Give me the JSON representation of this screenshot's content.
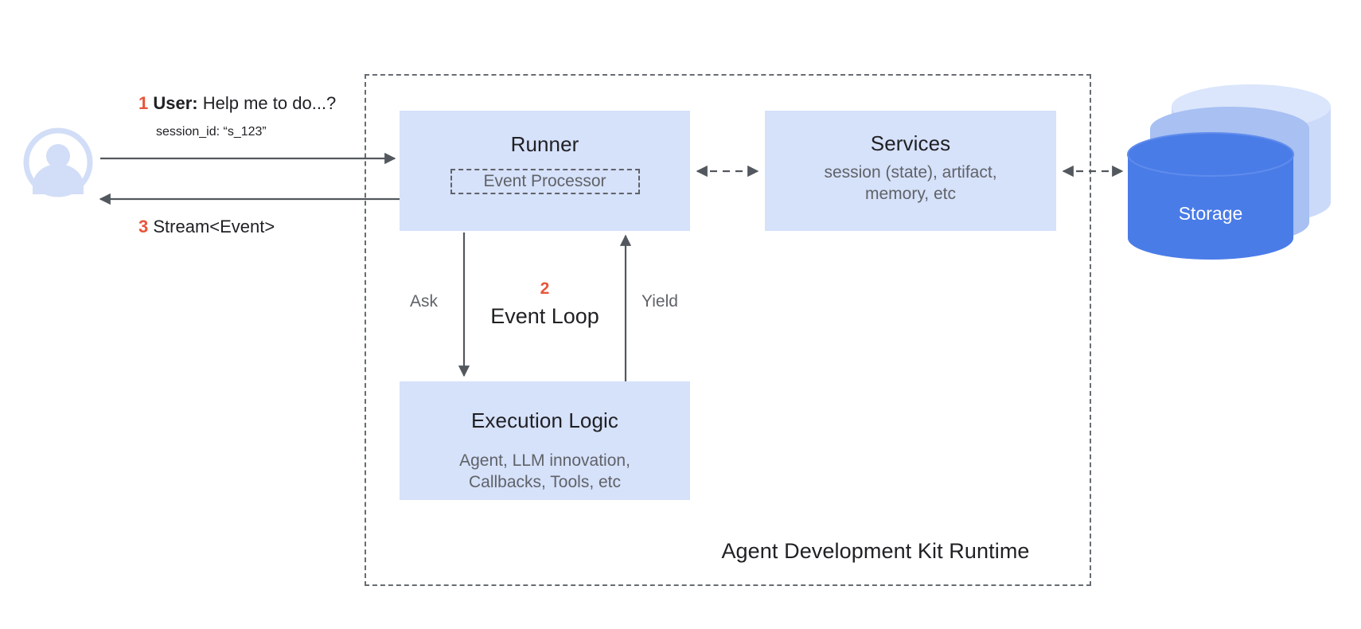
{
  "diagram": {
    "title": "Agent Development Kit Runtime",
    "colors": {
      "box_fill": "#d6e1fa",
      "storage_front": "#4a7ce8",
      "storage_mid": "#a8c0f2",
      "storage_back": "#ccdafa",
      "avatar": "#d2def7",
      "accent_number": "#e8553b",
      "line": "#5f6368",
      "text_primary": "#202124",
      "text_secondary": "#5f6368"
    }
  },
  "actors": {
    "user": {
      "icon": "user-avatar-icon"
    }
  },
  "messages": {
    "step1": {
      "number": "1",
      "label": "User:",
      "text": "Help me to do...?",
      "meta": "session_id: “s_123”"
    },
    "step3": {
      "number": "3",
      "text": "Stream<Event>"
    }
  },
  "boxes": {
    "runner": {
      "title": "Runner",
      "sub_box": "Event Processor"
    },
    "services": {
      "title": "Services",
      "sub_line1": "session (state), artifact,",
      "sub_line2": "memory, etc"
    },
    "execution": {
      "title": "Execution Logic",
      "sub_line1": "Agent, LLM innovation,",
      "sub_line2": "Callbacks, Tools, etc"
    },
    "storage": {
      "label": "Storage"
    }
  },
  "event_loop": {
    "number": "2",
    "title": "Event Loop",
    "ask_label": "Ask",
    "yield_label": "Yield"
  }
}
